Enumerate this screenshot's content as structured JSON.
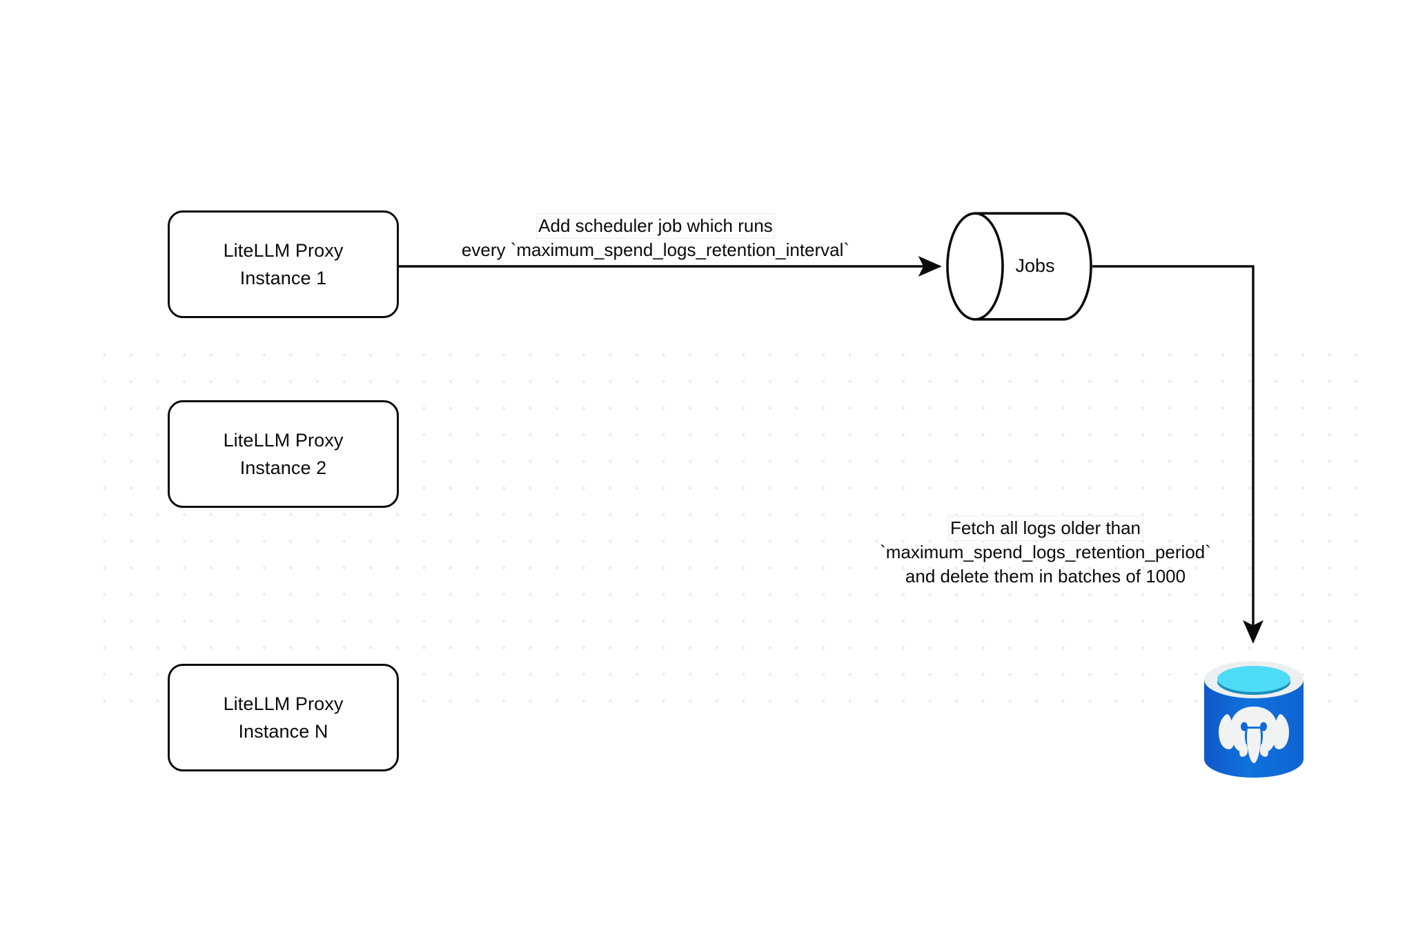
{
  "diagram": {
    "title": "LiteLLM spend logs retention scheduler flow",
    "background": "#ffffff",
    "grid_dot_color": "#e9eaeb",
    "stroke_color": "#0a0a0a",
    "nodes": {
      "proxies": [
        {
          "id": "proxy-1",
          "line1": "LiteLLM Proxy",
          "line2": "Instance 1"
        },
        {
          "id": "proxy-2",
          "line1": "LiteLLM Proxy",
          "line2": "Instance 2"
        },
        {
          "id": "proxy-3",
          "line1": "LiteLLM Proxy",
          "line2": "Instance N"
        }
      ],
      "jobs": {
        "label": "Jobs",
        "shape": "cylinder"
      },
      "database": {
        "icon": "postgresql-database-icon",
        "body_color": "#1168d6",
        "rim_color": "#eceff1",
        "top_color": "#4ddbf5",
        "inner_color": "#1a8fb8",
        "elephant_color": "#f1f2f2"
      }
    },
    "edges": [
      {
        "id": "edge-proxy1-jobs",
        "from": "proxy-1",
        "to": "jobs",
        "label_lines": [
          "Add scheduler job which runs",
          "every `maximum_spend_logs_retention_interval`"
        ]
      },
      {
        "id": "edge-jobs-database",
        "from": "jobs",
        "to": "database",
        "label_lines": [
          "Fetch all logs older than",
          "`maximum_spend_logs_retention_period`",
          "and delete them in batches of 1000"
        ]
      }
    ]
  }
}
